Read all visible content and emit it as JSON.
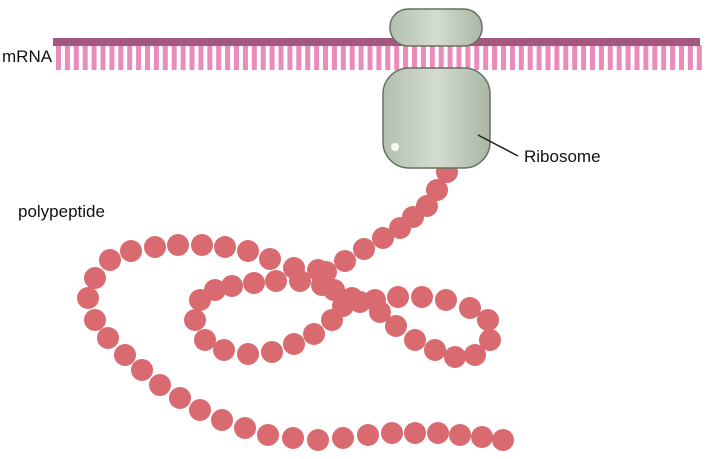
{
  "labels": {
    "mrna": "mRNA",
    "ribosome": "Ribosome",
    "polypeptide": "polypeptide"
  },
  "colors": {
    "mrna_backbone": "#a3597f",
    "mrna_bases": "#e98bbb",
    "ribosome_fill": "#c7d2c4",
    "ribosome_stroke": "#66705f",
    "amino_acid": "#d86a70"
  }
}
